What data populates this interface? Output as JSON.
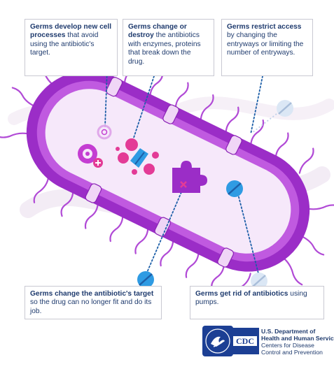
{
  "callouts": {
    "develop": {
      "bold": "Germs develop new cell processes",
      "rest": " that avoid using the antibiotic's target."
    },
    "destroy": {
      "bold": "Germs change or destroy",
      "rest": " the antibiotics with enzymes, proteins that break down the drug."
    },
    "restrict": {
      "bold": "Germs restrict access",
      "rest": " by changing the entryways or limiting the number of entryways."
    },
    "target": {
      "bold": "Germs change the antibiotic's target",
      "rest": " so the drug can no longer fit and do its job."
    },
    "pumps": {
      "bold": "Germs get rid of antibiotics",
      "rest": " using pumps."
    }
  },
  "footer": {
    "hhs_line1": "U.S. Department of",
    "hhs_line2": "Health and Human Services",
    "cdc_line1": "Centers for Disease",
    "cdc_line2": "Control and Prevention",
    "cdc_logo_text": "CDC"
  },
  "colors": {
    "cell_outer": "#9b2dc7",
    "cell_inner": "#c05ae0",
    "cytoplasm": "#f6e8fa",
    "pill_blue": "#2f9be3",
    "pill_dark": "#1d5fa8",
    "pill_light": "#dbe7f5",
    "enzyme_pink": "#e33b96",
    "text_navy": "#1f3b6e",
    "flagella": "#b14ad6",
    "logo_blue": "#1c3f94"
  },
  "icons": [
    "pill-icon",
    "target-process-icon",
    "enzyme-icon",
    "puzzle-target-icon",
    "hhs-eagle-logo",
    "cdc-logo"
  ]
}
